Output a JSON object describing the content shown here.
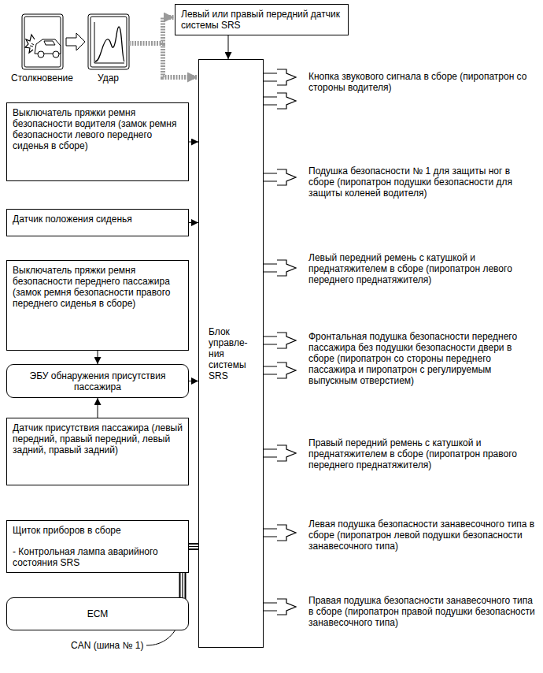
{
  "diagram": {
    "nodes": [
      {
        "text": [
          "Левый или правый передний датчик системы SRS"
        ]
      },
      {
        "text": [
          "Выключатель пряжки ремня безопасности водителя (замок ремня безопасности левого переднего сиденья в сборе)"
        ]
      },
      {
        "text": [
          "Датчик положения сиденья"
        ]
      },
      {
        "text": [
          "Выключатель пряжки ремня безопасности переднего пассажира (замок ремня безопасности правого переднего сиденья в сборе)"
        ]
      },
      {
        "text": [
          "ЭБУ обнаружения присутствия пассажира"
        ]
      },
      {
        "text": [
          "Датчик присутствия пассажира (левый передний, правый передний, левый задний, правый задний)"
        ]
      },
      {
        "text": [
          "Щиток приборов в сборе",
          "- Контрольная лампа аварийного состояния SRS"
        ]
      },
      {
        "text": [
          "ECM"
        ]
      },
      {
        "text": [
          "Блок управле- ния системы SRS"
        ]
      },
      {
        "text": [
          "Кнопка звукового сигнала в сборе (пиропатрон со стороны водителя)"
        ]
      },
      {
        "text": [
          "Подушка безопасности № 1 для защиты ног в сборе (пиропатрон подушки безопасности для защиты коленей водителя)"
        ]
      },
      {
        "text": [
          "Левый передний ремень с катушкой и преднатяжителем в сборе (пиропатрон левого переднего преднатяжителя)"
        ]
      },
      {
        "text": [
          "Фронтальная подушка безопасности переднего пассажира без подушки безопасности двери в сборе (пиропатрон со стороны переднего пассажира и пиропатрон с регулируемым выпускным отверстием)"
        ]
      },
      {
        "text": [
          "Правый передний ремень с катушкой и преднатяжителем в сборе (пиропатрон правого переднего преднатяжителя)"
        ]
      },
      {
        "text": [
          "Левая подушка безопасности занавесочного типа в сборе (пиропатрон левой подушки безопасности занавесочного типа)"
        ]
      },
      {
        "text": [
          "Правая подушка безопасности занавесочного типа в сборе (пиропатрон правой подушки безопасности занавесочного типа)"
        ]
      }
    ],
    "edges": [
      {
        "from": 0,
        "to": 8,
        "arrow": "to"
      },
      {
        "from": 1,
        "to": 8,
        "arrow": "to"
      },
      {
        "from": 2,
        "to": 8,
        "arrow": "to"
      },
      {
        "from": 3,
        "to": 4,
        "arrow": "to"
      },
      {
        "from": 5,
        "to": 4,
        "arrow": "to"
      },
      {
        "from": 4,
        "to": 8,
        "arrow": "to"
      },
      {
        "from": 6,
        "to": 8,
        "arrow": "none"
      },
      {
        "from": 7,
        "to": 8,
        "arrow": "none"
      },
      {
        "from": 8,
        "to": 9,
        "arrow": "none"
      },
      {
        "from": 8,
        "to": 9,
        "arrow": "none"
      },
      {
        "from": 8,
        "to": 10,
        "arrow": "none"
      },
      {
        "from": 8,
        "to": 11,
        "arrow": "none"
      },
      {
        "from": 8,
        "to": 12,
        "arrow": "none"
      },
      {
        "from": 8,
        "to": 12,
        "arrow": "none"
      },
      {
        "from": 8,
        "to": 13,
        "arrow": "none"
      },
      {
        "from": 8,
        "to": 14,
        "arrow": "none"
      },
      {
        "from": 8,
        "to": 15,
        "arrow": "none"
      }
    ],
    "labels": [
      "Столкновение",
      "Удар",
      "CAN (шина № 1)"
    ]
  }
}
